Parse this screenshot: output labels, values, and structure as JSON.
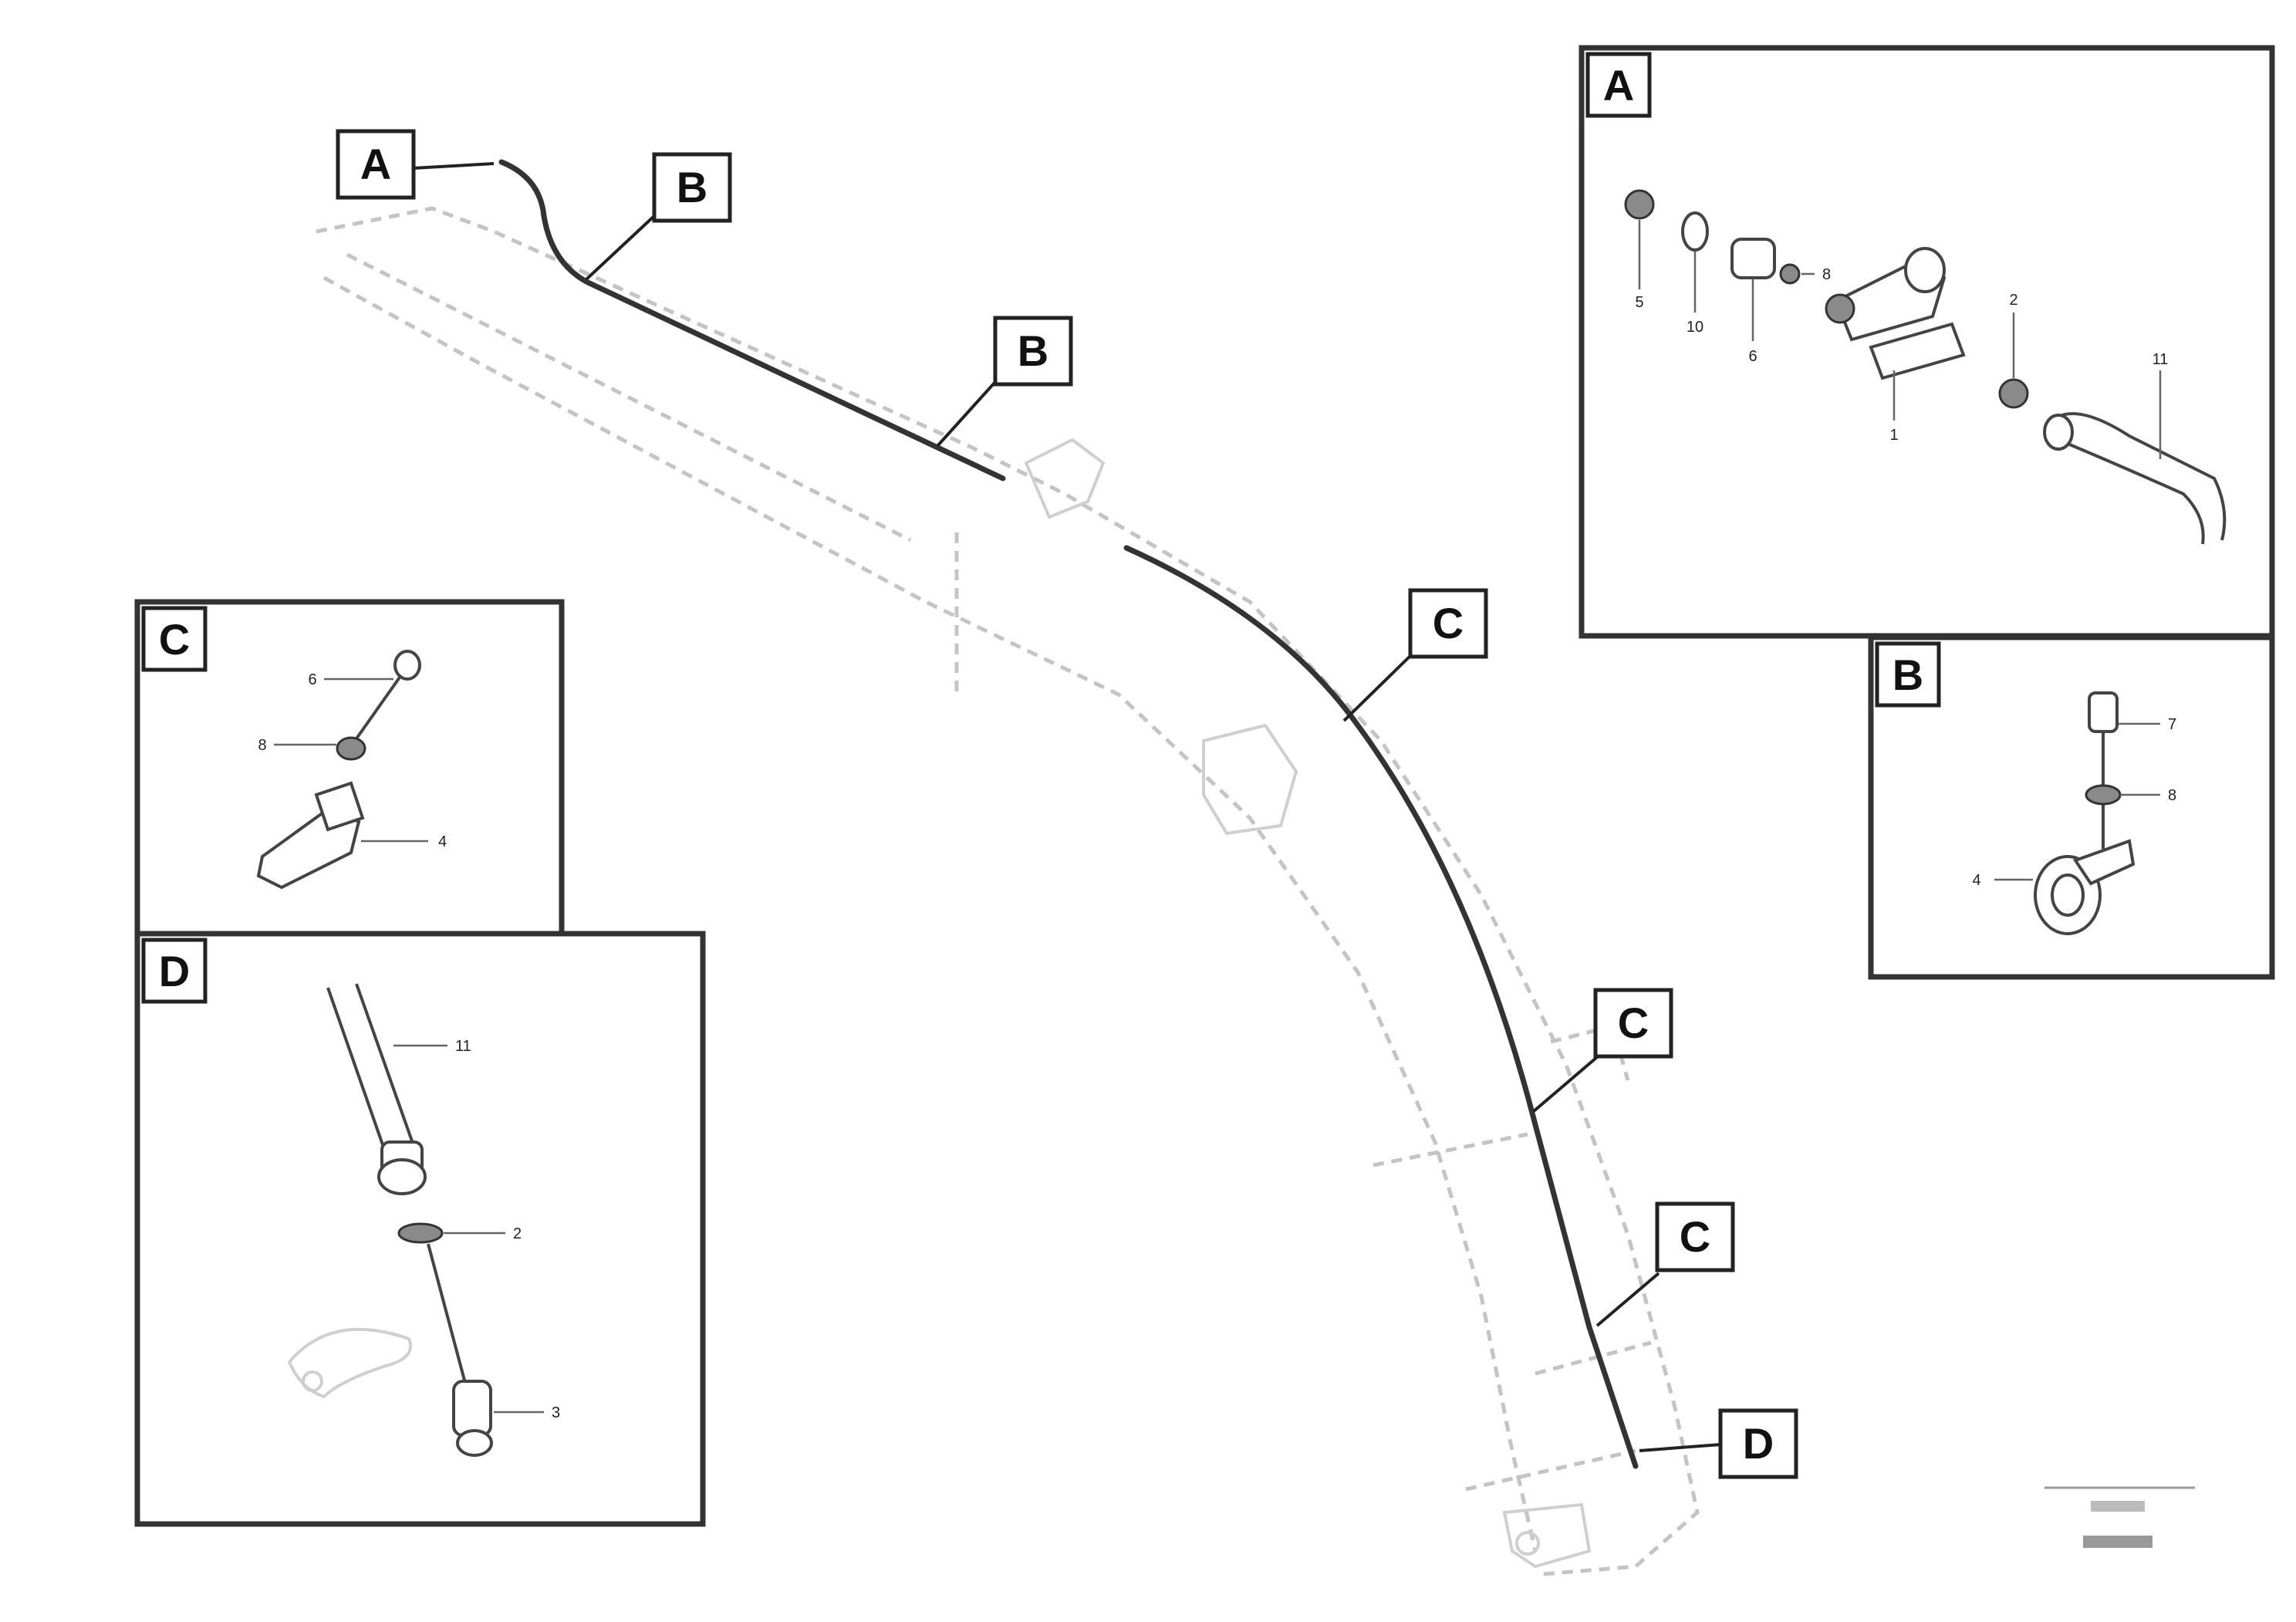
{
  "diagram": {
    "main_callouts": [
      "A",
      "B",
      "B",
      "C",
      "C",
      "C",
      "D"
    ],
    "detail_views": [
      {
        "id": "A",
        "part_numbers": [
          "5",
          "10",
          "6",
          "8",
          "1",
          "2",
          "11"
        ]
      },
      {
        "id": "B",
        "part_numbers": [
          "7",
          "8",
          "4"
        ]
      },
      {
        "id": "C",
        "part_numbers": [
          "6",
          "8",
          "4"
        ]
      },
      {
        "id": "D",
        "part_numbers": [
          "11",
          "2",
          "3"
        ]
      }
    ]
  },
  "colors": {
    "line": "#333333",
    "ghost_outline": "#c4c4c4",
    "background": "#ffffff"
  }
}
